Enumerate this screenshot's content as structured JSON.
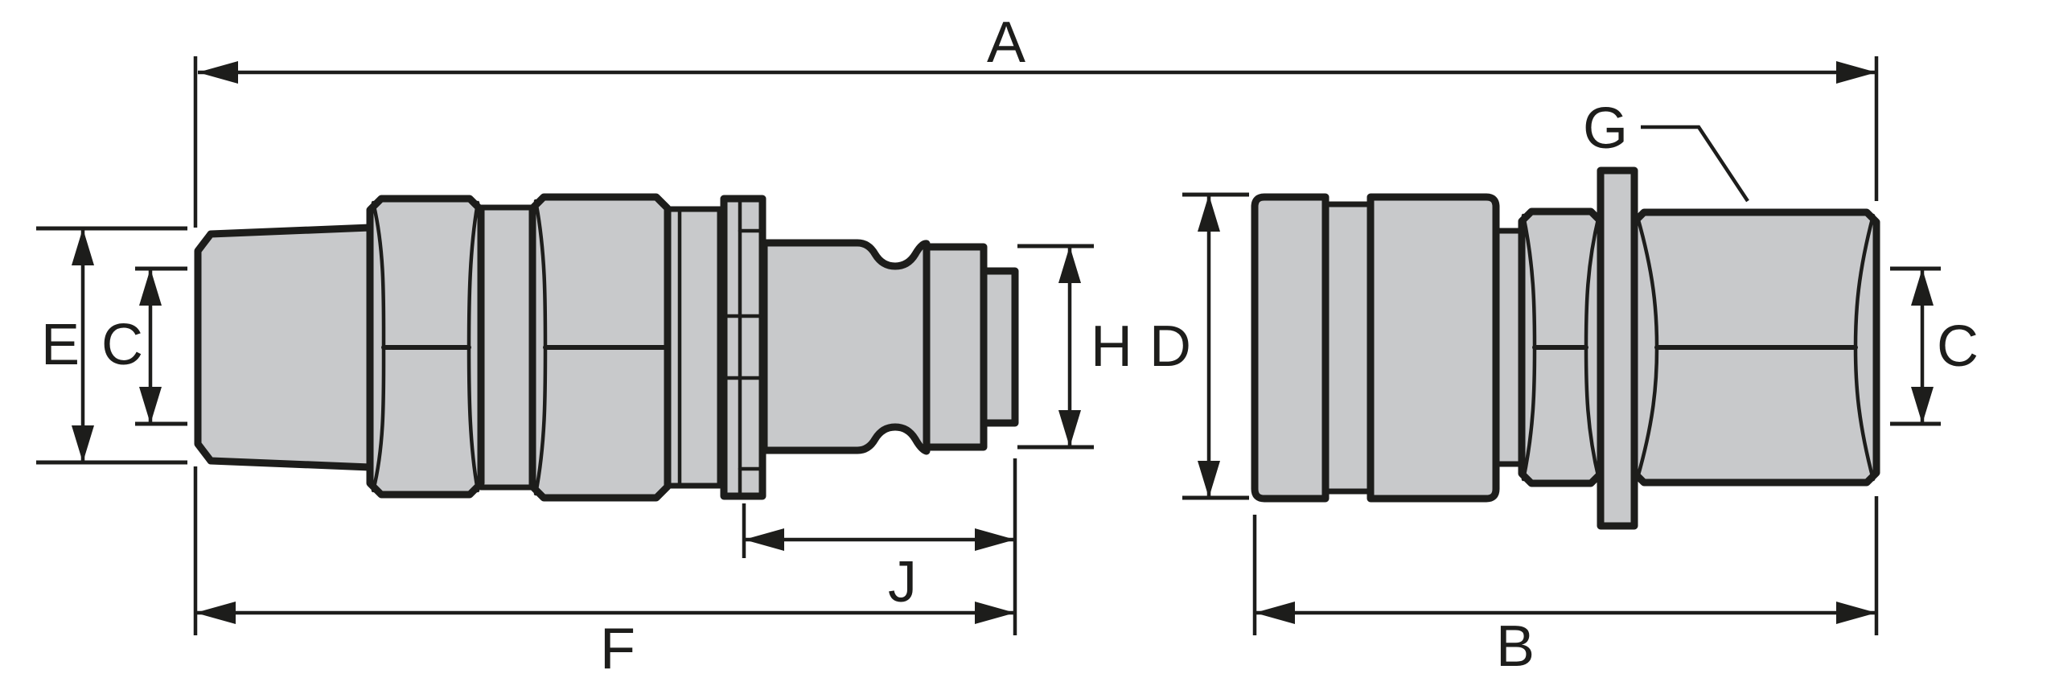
{
  "diagram": {
    "type": "technical-dimension-drawing",
    "subject": "quick-disconnect coupling pair: male plug (left) and female bulkhead socket (right), side profile views",
    "dimension_labels": {
      "A": "A",
      "B": "B",
      "C_left": "C",
      "C_right": "C",
      "D": "D",
      "E": "E",
      "F": "F",
      "G": "G",
      "H": "H",
      "J": "J"
    },
    "colors": {
      "background": "#ffffff",
      "part-fill": "#c8c9cb",
      "line": "#1d1d1b"
    }
  }
}
